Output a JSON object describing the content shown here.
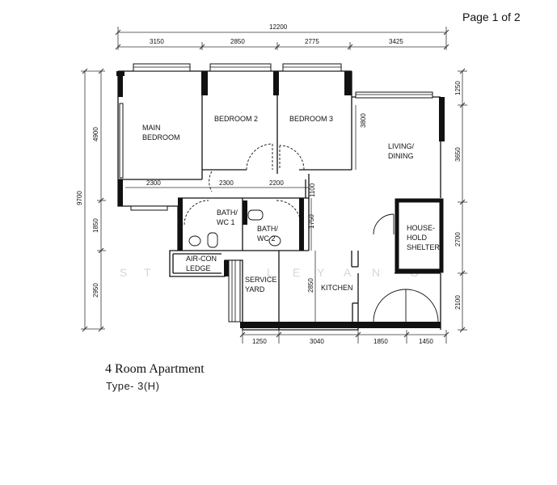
{
  "page_indicator": "Page 1 of 2",
  "plan_title": "4 Room Apartment",
  "plan_type": "Type- 3(H)",
  "watermark_letters": [
    "S",
    "T",
    "L",
    "E",
    "Y",
    "A",
    "N",
    "G"
  ],
  "rooms": {
    "main_bedroom_1": "MAIN",
    "main_bedroom_2": "BEDROOM",
    "bedroom_2": "BEDROOM 2",
    "bedroom_3": "BEDROOM 3",
    "living_1": "LIVING/",
    "living_2": "DINING",
    "bath1_1": "BATH/",
    "bath1_2": "WC 1",
    "bath2_1": "BATH/",
    "bath2_2": "WC 2",
    "household_1": "HOUSE-",
    "household_2": "HOLD",
    "household_3": "SHELTER",
    "aircon_1": "AIR-CON",
    "aircon_2": "LEDGE",
    "service_1": "SERVICE",
    "service_2": "YARD",
    "kitchen": "KITCHEN"
  },
  "dimensions": {
    "top_total": "12200",
    "top_seg_1": "3150",
    "top_seg_2": "2850",
    "top_seg_3": "2775",
    "top_seg_4": "3425",
    "left_total": "9700",
    "left_seg_1": "4900",
    "left_seg_2": "1850",
    "left_seg_3": "2950",
    "right_seg_1": "1250",
    "right_seg_2": "3650",
    "right_seg_3": "2700",
    "right_seg_4": "2100",
    "bottom_seg_1": "1250",
    "bottom_seg_2": "3040",
    "bottom_seg_3": "1850",
    "bottom_seg_4": "1450",
    "inner_2300_a": "2300",
    "inner_2300_b": "2300",
    "inner_2200": "2200",
    "inner_1100": "1100",
    "inner_3800": "3800",
    "inner_1750": "1750",
    "inner_2850": "2850"
  }
}
